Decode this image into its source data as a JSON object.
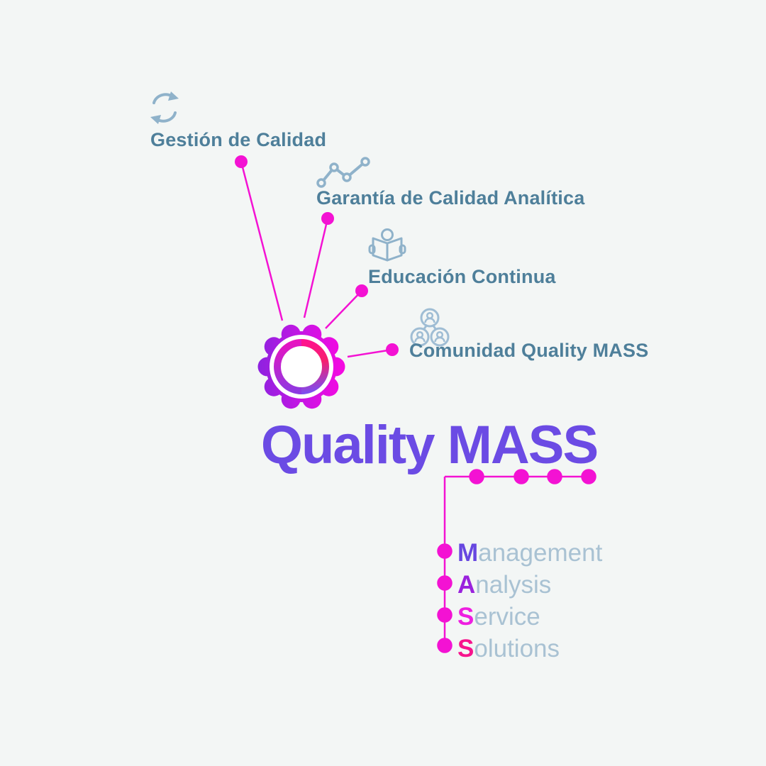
{
  "brand": {
    "title": "Quality MASS",
    "title_color": "#6b4be4"
  },
  "services": [
    {
      "label": "Gestión de Calidad",
      "icon": "refresh-icon"
    },
    {
      "label": "Garantía de Calidad Analítica",
      "icon": "line-chart-icon"
    },
    {
      "label": "Educación Continua",
      "icon": "reading-icon"
    },
    {
      "label": "Comunidad Quality MASS",
      "icon": "community-icon"
    }
  ],
  "acronym": {
    "items": [
      {
        "letter": "M",
        "rest": "anagement",
        "letter_style": "color:#6747e0"
      },
      {
        "letter": "A",
        "rest": "nalysis",
        "letter_style": "color:#9a22dd"
      },
      {
        "letter": "S",
        "rest": "ervice",
        "letter_style": "color:#ee1fe0"
      },
      {
        "letter": "S",
        "rest": "olutions",
        "letter_style": "color:#f7148d"
      }
    ],
    "rest_color": "#a9c2d3"
  },
  "colors": {
    "background": "#f3f6f5",
    "accent_magenta": "#f312d3",
    "label_teal": "#4e7f9a",
    "icon_blue": "#8fb2ca",
    "icon_blue_light": "#9fbdd4",
    "logo_purple": "#8a23df",
    "logo_magenta": "#fb07e0"
  }
}
